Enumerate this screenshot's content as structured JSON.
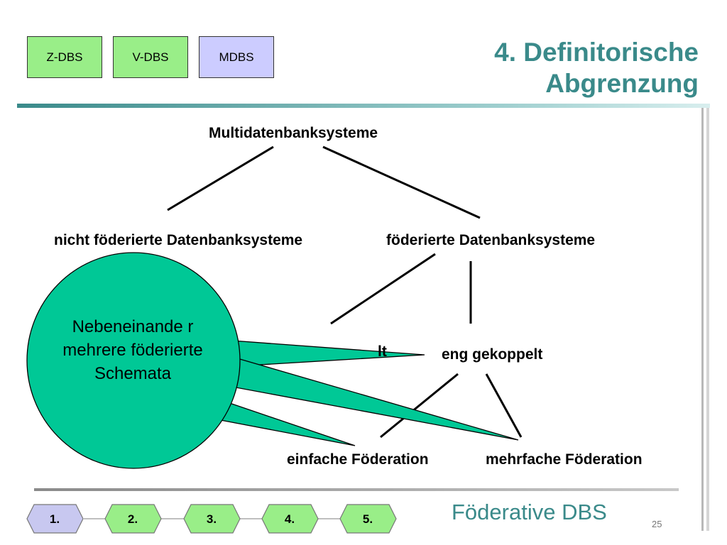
{
  "tabs": [
    {
      "label": "Z-DBS",
      "color": "#99ee88"
    },
    {
      "label": "V-DBS",
      "color": "#99ee88"
    },
    {
      "label": "MDBS",
      "color": "#ccccff"
    }
  ],
  "title": {
    "line1": "4. Definitorische",
    "line2": "Abgrenzung"
  },
  "diagram": {
    "root": "Multidatenbanksysteme",
    "left_child": "nicht föderierte Datenbanksysteme",
    "right_child": "föderierte Datenbanksysteme",
    "partial_label": "lt",
    "tight": "eng gekoppelt",
    "simple": "einfache Föderation",
    "multiple": "mehrfache Föderation"
  },
  "callout": {
    "text": "Nebeneinande r mehrere föderierte Schemata",
    "color": "#00c896"
  },
  "nav": {
    "steps": [
      "1.",
      "2.",
      "3.",
      "4.",
      "5."
    ],
    "active_color": "#c8c8f0",
    "inactive_color": "#99ee88"
  },
  "footer": {
    "title": "Föderative DBS",
    "page": "25"
  }
}
